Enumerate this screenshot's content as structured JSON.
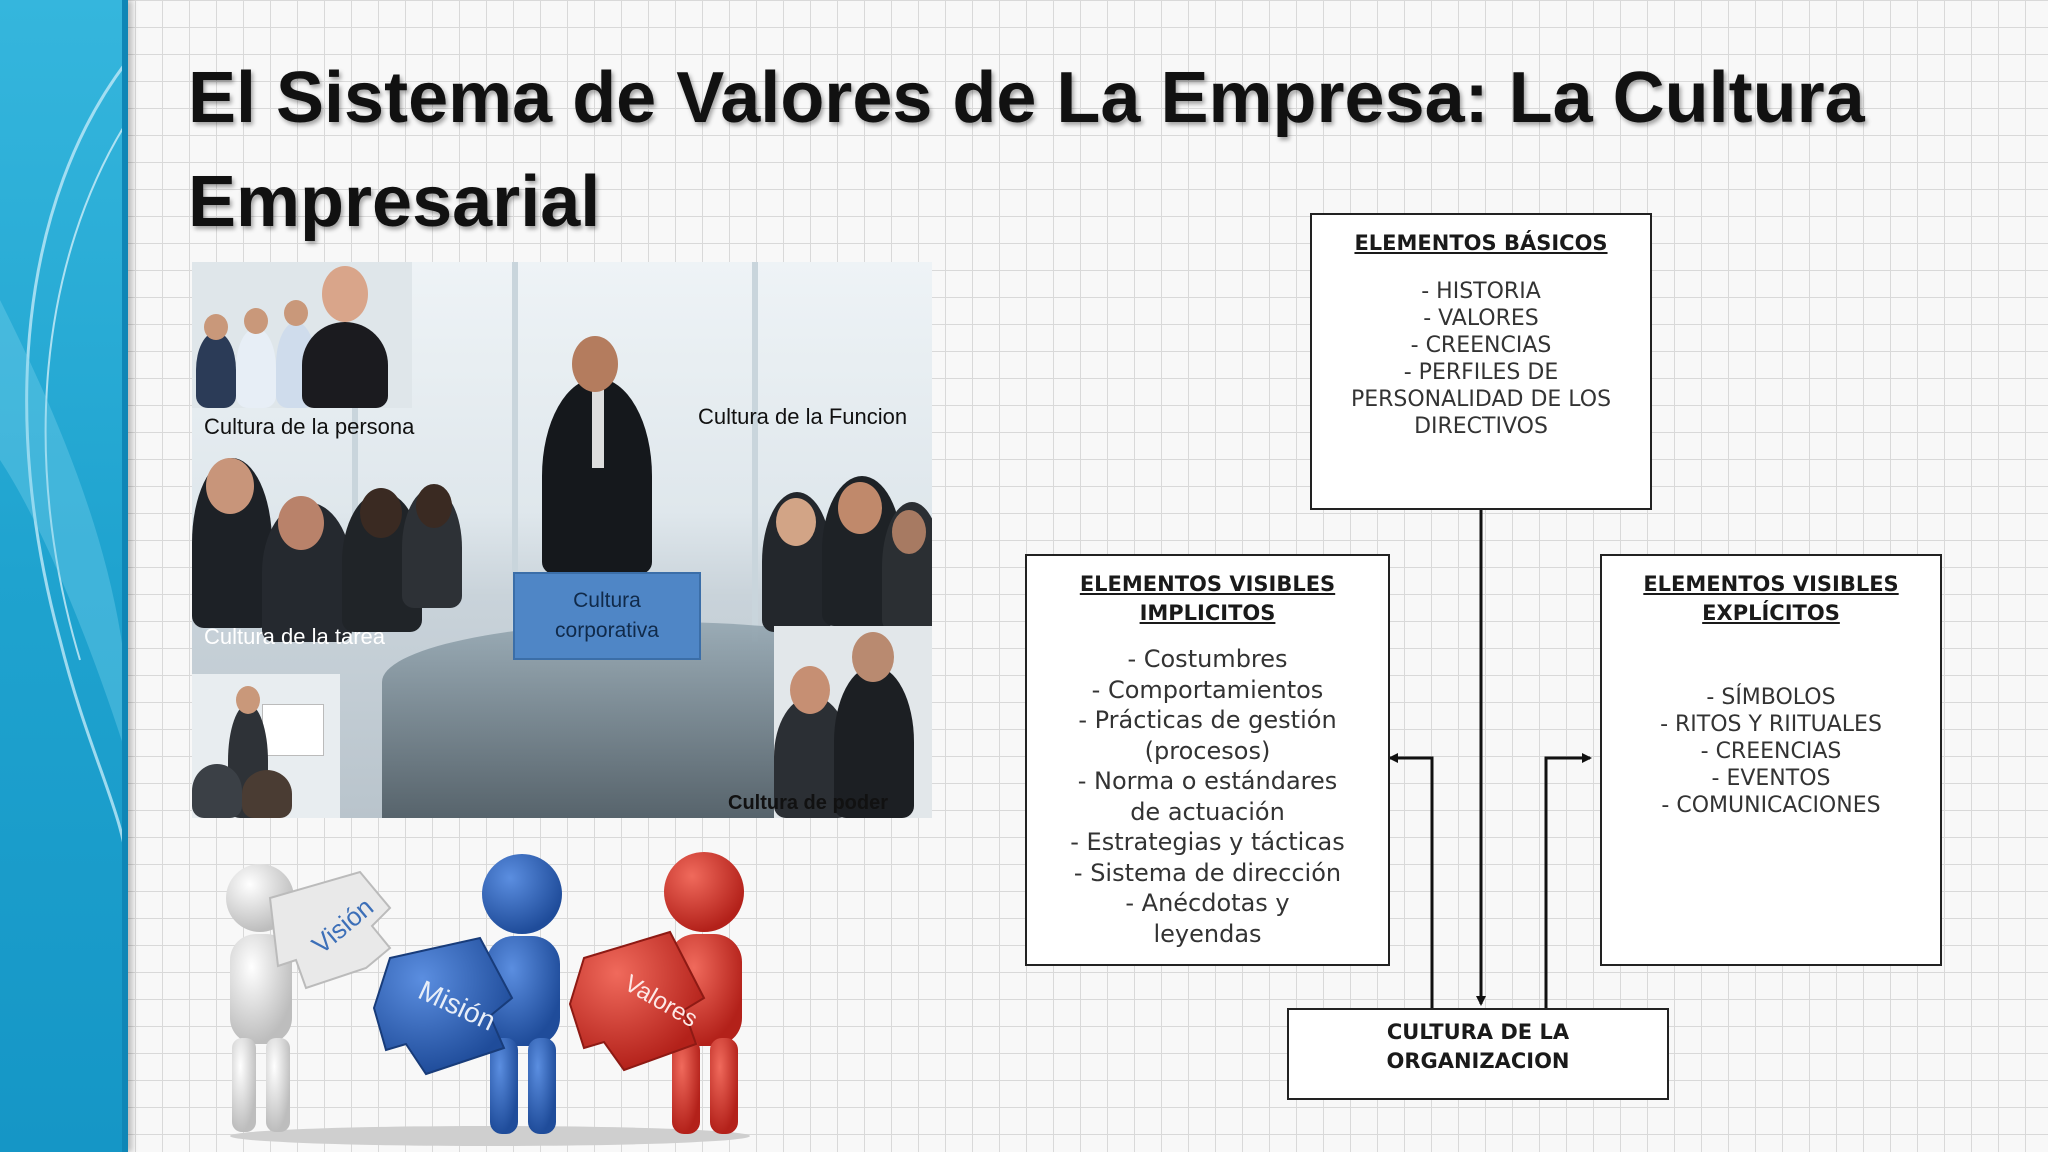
{
  "slide": {
    "title": "El Sistema de Valores de La Empresa: La Cultura Empresarial"
  },
  "collage": {
    "labels": {
      "persona": "Cultura de la persona",
      "funcion": "Cultura de la Funcion",
      "tarea": "Cultura de la tarea",
      "corporativa_line1": "Cultura",
      "corporativa_line2": "corporativa",
      "poder": "Cultura de poder"
    }
  },
  "puzzle": {
    "pieces": [
      "Visión",
      "Misión",
      "Valores"
    ],
    "colors": [
      "#e6e6e6",
      "#2f5faf",
      "#d6332a"
    ]
  },
  "diagram": {
    "basicos": {
      "heading": "ELEMENTOS BÁSICOS",
      "items": [
        "- HISTORIA",
        "- VALORES",
        "- CREENCIAS",
        "- PERFILES DE",
        "PERSONALIDAD DE LOS",
        "DIRECTIVOS"
      ]
    },
    "implicitos": {
      "heading_line1": "ELEMENTOS VISIBLES",
      "heading_line2": "IMPLICITOS",
      "items": [
        "- Costumbres",
        "- Comportamientos",
        "- Prácticas de gestión",
        "(procesos)",
        "- Norma o estándares",
        "de actuación",
        "- Estrategias y tácticas",
        "- Sistema de dirección",
        "- Anécdotas y",
        "leyendas"
      ]
    },
    "explicitos": {
      "heading_line1": "ELEMENTOS VISIBLES",
      "heading_line2": "EXPLÍCITOS",
      "items": [
        "- SÍMBOLOS",
        "- RITOS Y RIITUALES",
        "- CREENCIAS",
        "- EVENTOS",
        "- COMUNICACIONES"
      ]
    },
    "cultura": {
      "line1": "CULTURA DE LA",
      "line2": "ORGANIZACION"
    }
  },
  "colors": {
    "sidebar": "#1fa3cf",
    "box_border": "#222222",
    "corporativa_box": "#4f86c6"
  }
}
